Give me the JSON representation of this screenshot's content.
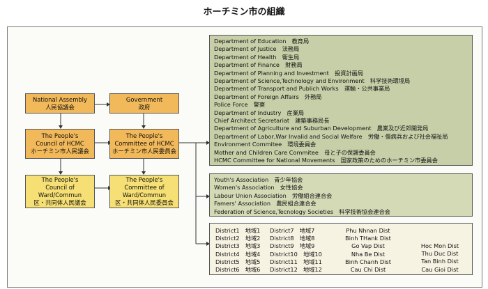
{
  "title": "ホーチミン市の組織",
  "boxes": {
    "national_assembly": [
      "National Assembly",
      "人民協議会"
    ],
    "government": [
      "Government",
      "政府"
    ],
    "council_hcmc": [
      "The People's",
      "Council of HCMC",
      "ホーチミン市人民議会"
    ],
    "committee_hcmc": [
      "The People's",
      "Committee of HCMC",
      "ホーチミン市人民委員会"
    ],
    "council_ward": [
      "The People's",
      "Council of",
      "Ward/Commun",
      "区・共同体人民議会"
    ],
    "committee_ward": [
      "The People's",
      "Committee of",
      "Ward/Commun",
      "区・共同体人民委員会"
    ]
  },
  "departments": [
    "Department of Education　教育局",
    "Department of Justice　法務局",
    "Department of Health　衛生局",
    "Department of Finance　財務局",
    "Department of Planning and Investment　投資計画局",
    "Department of Science,Technology and Environment　科学技術環境局",
    "Department of Transport and Publich Works　運輸・公共事業局",
    "Department of Foreign Affairs　外務局",
    "Police Force　警察",
    "Department of Industry　産業局",
    "Chief Architect Secretariat　建築事務局長",
    "Department of Agriculture and Suburban Development　農業及び近郊開発局",
    "Department of Labor,War Invalid and Social Welfare　労働・傷病兵および社会福祉局",
    "Environment Commitee　環境委員会",
    "Mother and Children Care Commitee　母と子の保護委員会",
    "HCMC Committee for National Movements　国家政策のためのホーチミン市委員会"
  ],
  "associations": [
    "Youth's Association　青少年協会",
    "Women's Association　女性協会",
    "Labour Union Association　労働組合連合会",
    "Famers' Association　農民組合連合会",
    "Federation of Science,Tecnology Societies　科学技術協会連合会"
  ],
  "districts": {
    "col1": [
      "District1　地域1",
      "District2　地域2",
      "District3　地域3",
      "District4　地域4",
      "District5　地域5",
      "District6　地域6"
    ],
    "col2": [
      "District7　地域7",
      "District8　地域8",
      "District9　地域9",
      "District10　地域10",
      "District11　地域11",
      "District12　地域12"
    ],
    "col3": [
      "Phu Nhnan Dist",
      "Binh THank Dist",
      "Go Vap Dist",
      "Nha Be Dist",
      "Binh Chanh Dist",
      "Cau Chi Dist"
    ],
    "col4": [
      "Hoc Mon Dist",
      "Thu Duc Dist",
      "Tan Binh Dist",
      "Cau Gioi Dist"
    ]
  },
  "colors": {
    "top_boxes": "#f2b95a",
    "lower_boxes": "#f6df74",
    "departments_panel": "#c6cfa8",
    "associations_panel": "#d5dab6",
    "districts_panel": "#f6f3e2"
  }
}
